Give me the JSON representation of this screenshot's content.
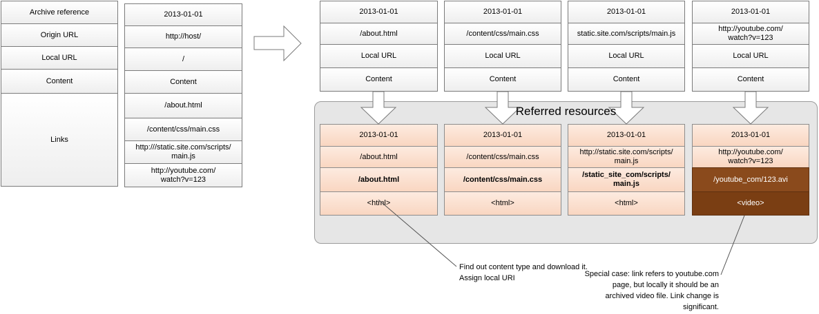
{
  "source": {
    "labels": [
      "Archive reference",
      "Origin URL",
      "Local URL",
      "Content",
      "Links"
    ],
    "values": [
      "2013-01-01",
      "http://host/",
      "/",
      "Content"
    ],
    "links": [
      "/about.html",
      "/content/css/main.css",
      "http:///static.site.com/scripts/\nmain.js",
      "http://youtube.com/\nwatch?v=123"
    ]
  },
  "top_records": [
    {
      "date": "2013-01-01",
      "origin": "/about.html",
      "local": "Local URL",
      "content": "Content"
    },
    {
      "date": "2013-01-01",
      "origin": "/content/css/main.css",
      "local": "Local URL",
      "content": "Content"
    },
    {
      "date": "2013-01-01",
      "origin": "static.site.com/scripts/main.js",
      "local": "Local URL",
      "content": "Content"
    },
    {
      "date": "2013-01-01",
      "origin": "http://youtube.com/\nwatch?v=123",
      "local": "Local URL",
      "content": "Content"
    }
  ],
  "referred": {
    "title": "Referred resources",
    "records": [
      {
        "date": "2013-01-01",
        "origin": "/about.html",
        "local": "/about.html",
        "content": "<html>"
      },
      {
        "date": "2013-01-01",
        "origin": "/content/css/main.css",
        "local": "/content/css/main.css",
        "content": "<html>"
      },
      {
        "date": "2013-01-01",
        "origin": "http://static.site.com/scripts/\nmain.js",
        "local": "/static_site_com/scripts/\nmain.js",
        "content": "<html>"
      },
      {
        "date": "2013-01-01",
        "origin": "http://youtube.com/\nwatch?v=123",
        "local": "/youtube_com/123.avi",
        "content": "<video>"
      }
    ]
  },
  "notes": {
    "download": "Find out content type and download it.\nAssign local URI",
    "special": "Special case: link refers to youtube.com\npage, but locally it should be an\narchived video file. Link change is\nsignificant."
  },
  "colors": {
    "orange_cell": "#f9d6c1",
    "video_cell": "#8a4a1c"
  }
}
